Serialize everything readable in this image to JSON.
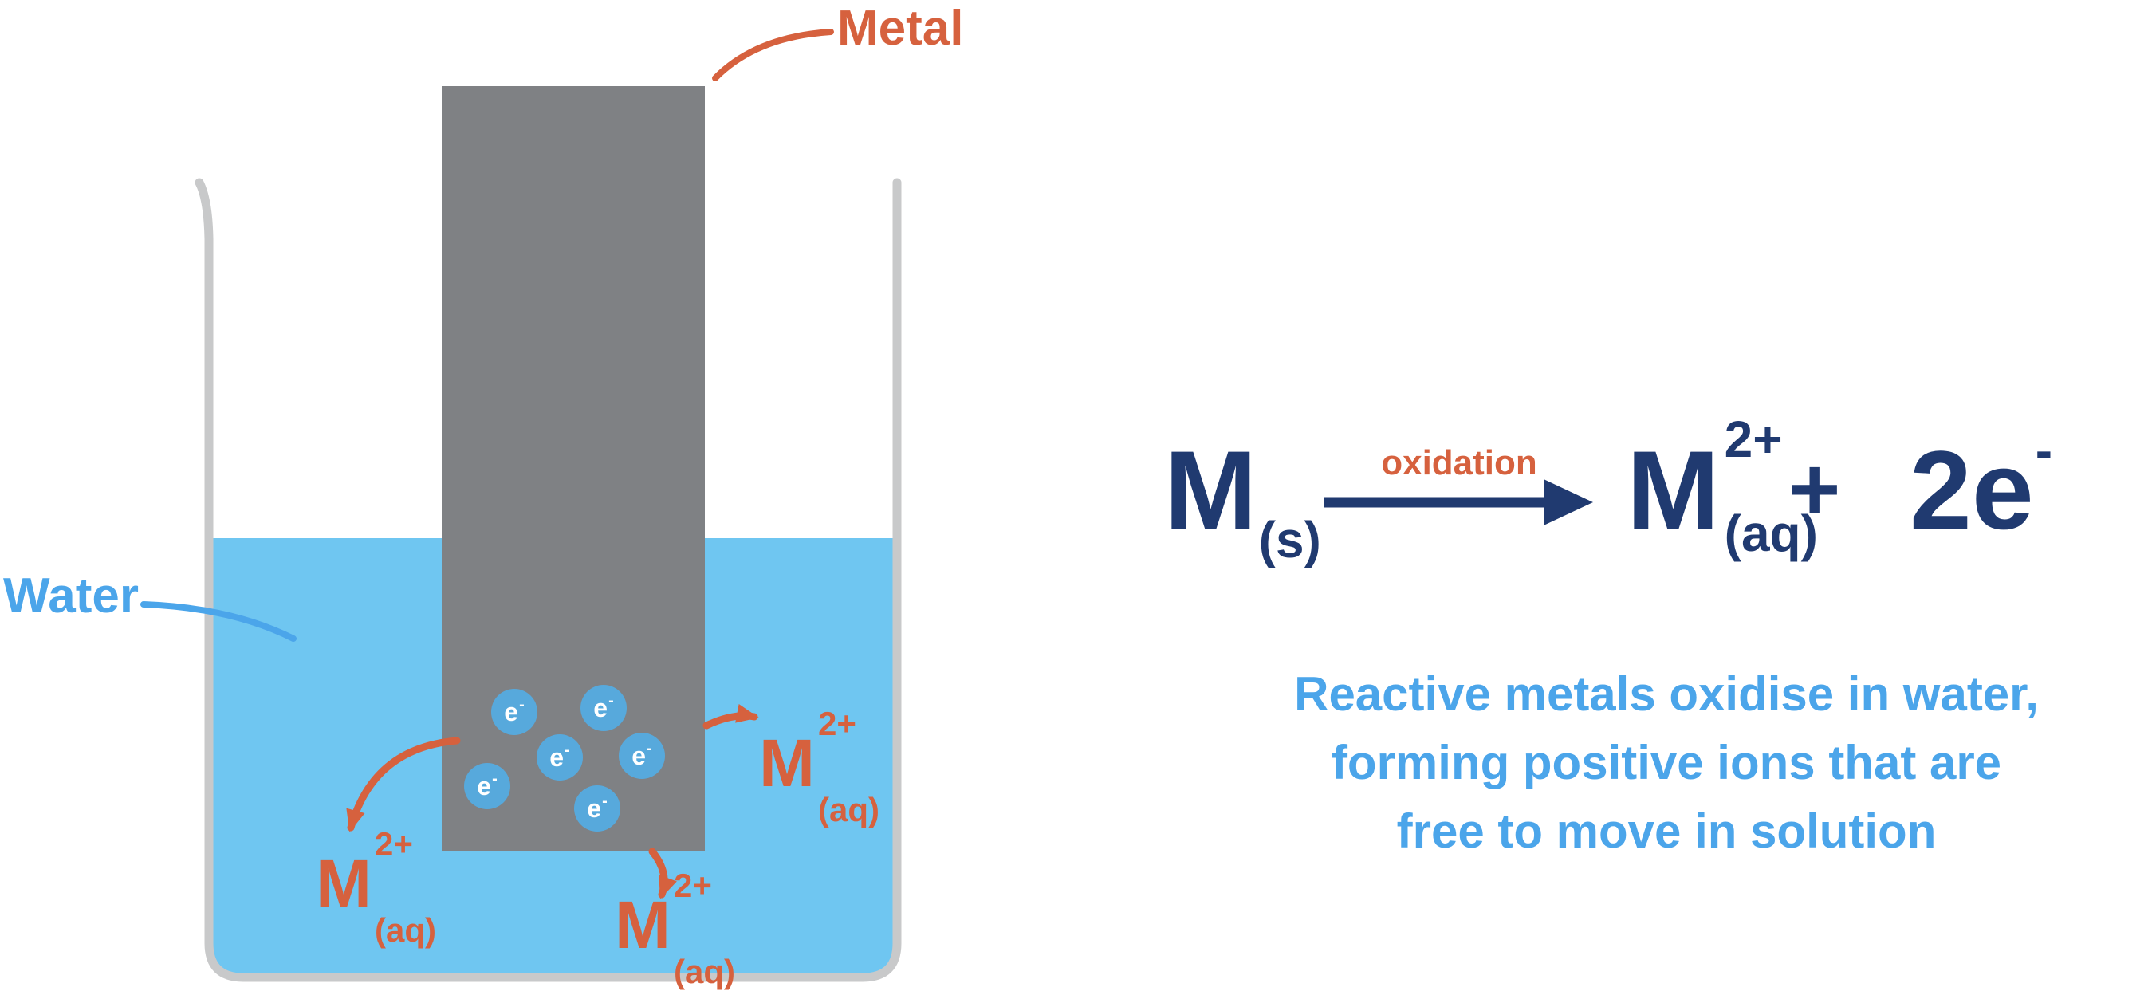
{
  "labels": {
    "metal": "Metal",
    "water": "Water"
  },
  "electron": {
    "symbol": "e",
    "charge": "-"
  },
  "ion": {
    "symbol": "M",
    "charge": "2+",
    "state": "(aq)"
  },
  "equation": {
    "reactant_symbol": "M",
    "reactant_state": "(s)",
    "arrow_label": "oxidation",
    "product_symbol": "M",
    "product_charge": "2+",
    "product_state": "(aq)",
    "plus": "+",
    "electrons_coeff": "2e",
    "electrons_charge": "-"
  },
  "caption": {
    "line1": "Reactive metals oxidise in water,",
    "line2": "forming positive ions that are",
    "line3": "free to move in solution"
  },
  "colors": {
    "orange": "#D6613E",
    "navy": "#203A70",
    "label_blue": "#4BA5EA",
    "water_blue": "#6FC6F1",
    "electron_blue": "#57A9DC",
    "metal_gray": "#7F8184",
    "beaker_gray": "#C8C9CA"
  }
}
